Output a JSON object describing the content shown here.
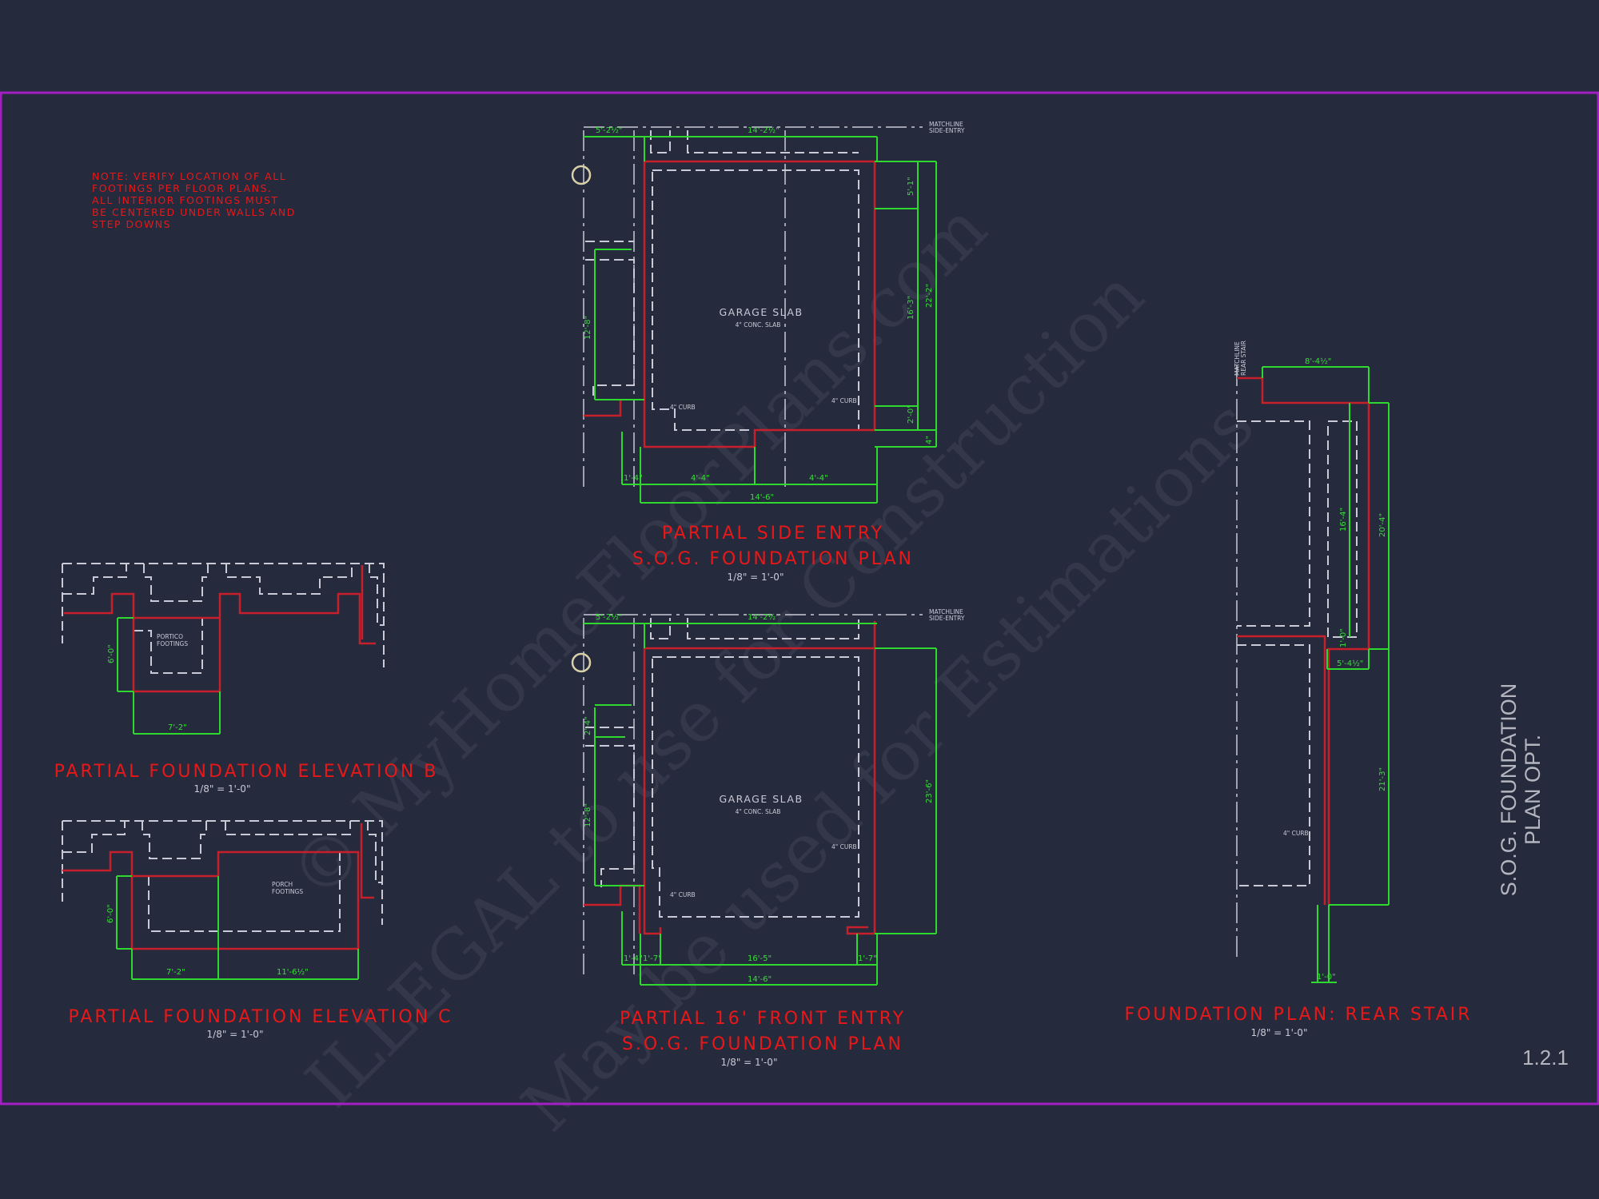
{
  "sheet": {
    "colors": {
      "background": "#262a3d",
      "frame": "#a21fc4",
      "footing_red": "#c8202a",
      "dimension_green": "#2ed82e",
      "dashed_white": "#c9cad6"
    },
    "note": [
      "NOTE: VERIFY LOCATION OF ALL",
      "FOOTINGS PER FLOOR PLANS.",
      "ALL INTERIOR FOOTINGS MUST",
      "BE CENTERED UNDER WALLS AND",
      "STEP DOWNS"
    ],
    "side_title": [
      "S.O.G. FOUNDATION",
      "PLAN OPT."
    ],
    "sheet_number": "1.2.1",
    "watermark": [
      "© MyHomeFloorPlans.com",
      "ILLEGAL to use for Construction",
      "May be used for Estimations"
    ]
  },
  "side_entry_plan": {
    "title_line1": "PARTIAL SIDE ENTRY",
    "title_line2": "S.O.G. FOUNDATION PLAN",
    "scale": "1/8\" = 1'-0\"",
    "matchline": [
      "MATCHLINE",
      "SIDE-ENTRY"
    ],
    "slab_label": "GARAGE SLAB",
    "slab_note": "4\" CONC. SLAB",
    "curb_left": "4\" CURB",
    "curb_right": "4\" CURB",
    "dims": {
      "top_left": "5'-2½\"",
      "top_main": "14'-2½\"",
      "right_1": "5'-1\"",
      "right_2": "16'-3\"",
      "right_3": "2'-0\"",
      "right_total": "22'-2\"",
      "right_4": "4\"",
      "left": "12'-8\"",
      "bottom_1": "1'-4\"",
      "bottom_2": "4'-4\"",
      "bottom_3": "4'-4\"",
      "bottom_total": "14'-6\""
    }
  },
  "front_entry_plan": {
    "title_line1": "PARTIAL 16' FRONT ENTRY",
    "title_line2": "S.O.G. FOUNDATION PLAN",
    "scale": "1/8\" = 1'-0\"",
    "matchline": [
      "MATCHLINE",
      "SIDE-ENTRY"
    ],
    "slab_label": "GARAGE SLAB",
    "slab_note": "4\" CONC. SLAB",
    "curb_left": "4\" CURB",
    "curb_right": "4\" CURB",
    "dims": {
      "top_left": "5'-2½\"",
      "top_main": "14'-2½\"",
      "right_total": "23'-6\"",
      "left_1": "2'-4\"",
      "left_2": "12'-8\"",
      "bottom_1": "1'-4\"",
      "bottom_2": "1'-7\"",
      "bottom_3": "16'-5\"",
      "bottom_4": "1'-7\"",
      "bottom_total": "14'-6\""
    }
  },
  "elevation_b": {
    "title": "PARTIAL FOUNDATION ELEVATION B",
    "scale": "1/8\" = 1'-0\"",
    "footing_label": [
      "PORTICO",
      "FOOTINGS"
    ],
    "dims": {
      "vertical": "6'-0\"",
      "horizontal": "7'-2\""
    }
  },
  "elevation_c": {
    "title": "PARTIAL FOUNDATION ELEVATION C",
    "scale": "1/8\" = 1'-0\"",
    "footing_label": [
      "PORCH",
      "FOOTINGS"
    ],
    "dims": {
      "vertical": "6'-0\"",
      "horizontal_1": "7'-2\"",
      "horizontal_2": "11'-6½\""
    }
  },
  "rear_stair": {
    "title": "FOUNDATION PLAN: REAR STAIR",
    "scale": "1/8\" = 1'-0\"",
    "matchline": [
      "MATCHLINE",
      "REAR STAIR"
    ],
    "curb": "4\" CURB",
    "dims": {
      "top": "8'-4½\"",
      "inner": "16'-4\"",
      "outer": "20'-4\"",
      "step": "1'-0\"",
      "landing": "5'-4½\"",
      "lower": "21'-3\"",
      "bottom": "1'-0\""
    }
  }
}
